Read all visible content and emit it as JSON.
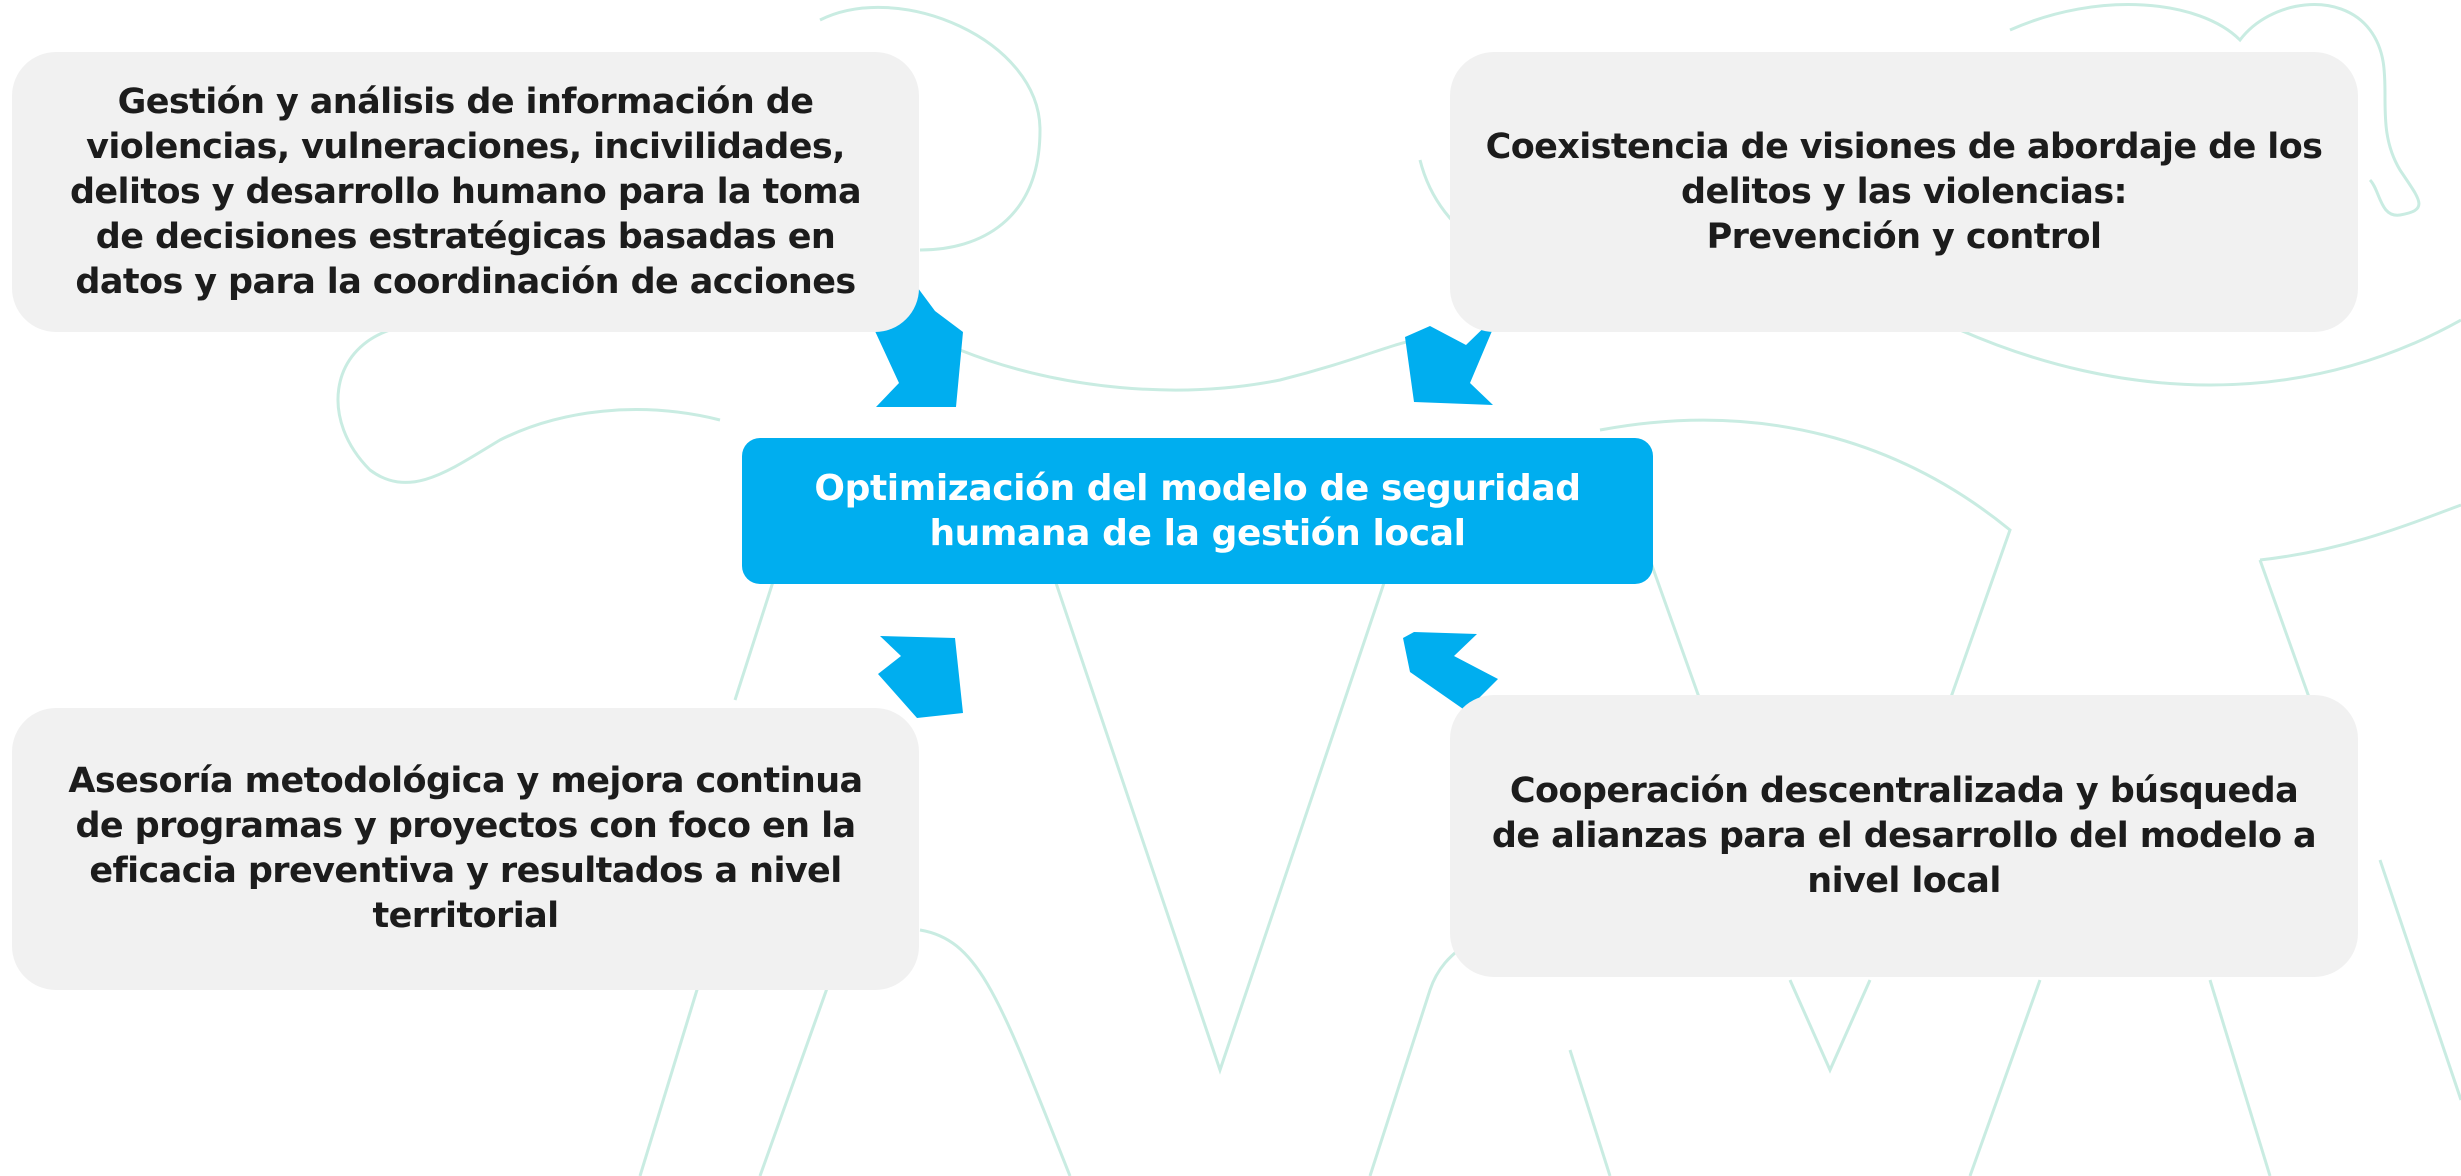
{
  "center": {
    "text": "Optimización del modelo de seguridad\nhumana de la gestión local"
  },
  "boxes": {
    "top_left": "Gestión y análisis de información de\nviolencias, vulneraciones, incivilidades,\ndelitos y desarrollo humano para la toma\nde decisiones estratégicas basadas en\ndatos y para la coordinación de acciones",
    "top_right": "Coexistencia de visiones de abordaje de los\ndelitos y las violencias:\nPrevención y control",
    "bottom_left": "Asesoría metodológica y mejora continua\nde programas y proyectos con foco en la\neficacia preventiva y resultados a nivel\nterritorial",
    "bottom_right": "Cooperación descentralizada y búsqueda\nde alianzas para el desarrollo del modelo a\nnivel local"
  },
  "colors": {
    "accent": "#00aeef",
    "box_fill": "#f1f1f1",
    "text": "#1c1c1c",
    "background_lines": "#c9ece2"
  }
}
